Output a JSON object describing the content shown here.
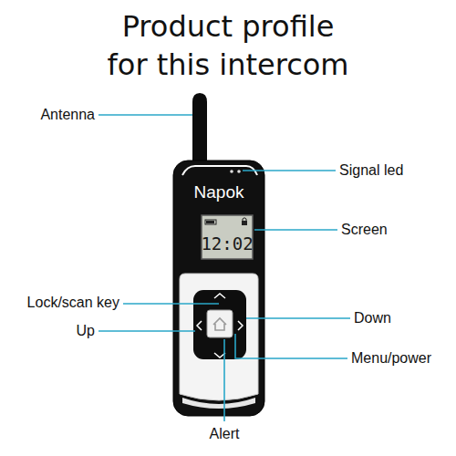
{
  "diagram": {
    "title": "Product profile for this intercom",
    "labels": [
      "Antenna",
      "Signal led",
      "Napok",
      "Screen",
      "12:02",
      "Lock/scan key",
      "Up",
      "Down",
      "Menu/power",
      "Alert"
    ]
  }
}
